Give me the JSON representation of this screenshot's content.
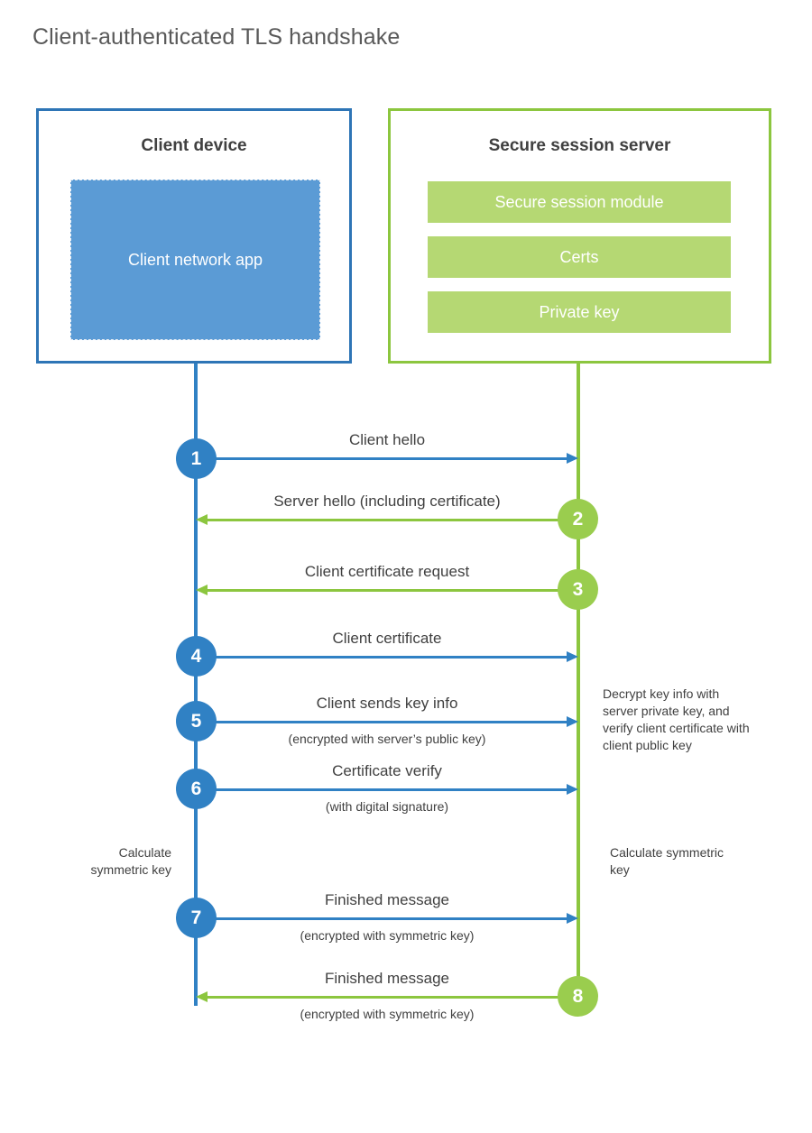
{
  "title": "Client-authenticated TLS handshake",
  "colors": {
    "client_border": "#2e75b6",
    "client_line": "#3081c4",
    "client_app_fill": "#5b9bd5",
    "server_border": "#8cc63f",
    "server_line": "#8cc63f",
    "server_bar_fill": "#b5d873",
    "server_badge": "#9acd4e",
    "text": "#404040",
    "title_text": "#595959",
    "background": "#ffffff"
  },
  "parties": {
    "client": {
      "title": "Client device",
      "app_label": "Client network app"
    },
    "server": {
      "title": "Secure session server",
      "modules": [
        "Secure session module",
        "Certs",
        "Private key"
      ]
    }
  },
  "steps": [
    {
      "number": "1",
      "label": "Client hello",
      "sublabel": "",
      "direction": "client-to-server",
      "badge_side": "client"
    },
    {
      "number": "2",
      "label": "Server hello (including certificate)",
      "sublabel": "",
      "direction": "server-to-client",
      "badge_side": "server"
    },
    {
      "number": "3",
      "label": "Client certificate request",
      "sublabel": "",
      "direction": "server-to-client",
      "badge_side": "server"
    },
    {
      "number": "4",
      "label": "Client certificate",
      "sublabel": "",
      "direction": "client-to-server",
      "badge_side": "client"
    },
    {
      "number": "5",
      "label": "Client sends key info",
      "sublabel": "(encrypted with server’s public key)",
      "direction": "client-to-server",
      "badge_side": "client"
    },
    {
      "number": "6",
      "label": "Certificate verify",
      "sublabel": "(with digital signature)",
      "direction": "client-to-server",
      "badge_side": "client"
    },
    {
      "number": "7",
      "label": "Finished message",
      "sublabel": "(encrypted with symmetric key)",
      "direction": "client-to-server",
      "badge_side": "client"
    },
    {
      "number": "8",
      "label": "Finished message",
      "sublabel": "(encrypted with symmetric key)",
      "direction": "server-to-client",
      "badge_side": "server"
    }
  ],
  "notes": {
    "server_decrypt": "Decrypt key info with server private key, and verify client certificate with client public key",
    "client_calculate": "Calculate symmetric key",
    "server_calculate": "Calculate symmetric key"
  }
}
